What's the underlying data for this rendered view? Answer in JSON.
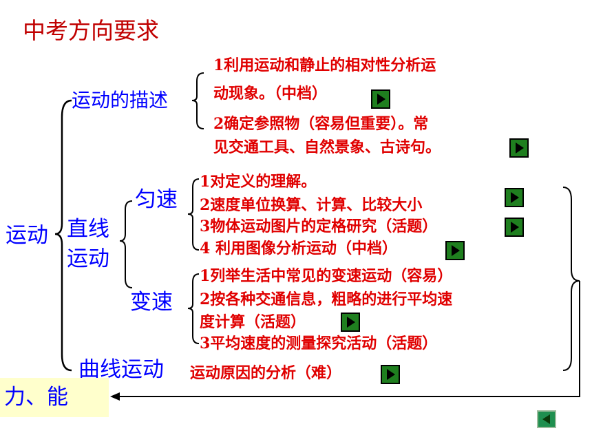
{
  "title": "中考方向要求",
  "root": "运动",
  "describe": {
    "label": "运动的描述",
    "item1_line1": "1利用运动和静止的相对性分析运",
    "item1_line2": "动现象。（中档）",
    "item2_line1": "2确定参照物（容易但重要）。常",
    "item2_line2": "见交通工具、自然景象、古诗句。"
  },
  "linear": {
    "label_line1": "直线",
    "label_line2": "运动",
    "uniform": {
      "label": "匀速",
      "items": [
        "1对定义的理解。",
        "2速度单位换算、计算、比较大小",
        "3物体运动图片的定格研究（活题）",
        "4 利用图像分析运动（中档）"
      ]
    },
    "variable": {
      "label": "变速",
      "items": [
        "1列举生活中常见的变速运动（容易）",
        "2按各种交通信息，粗略的进行平均速",
        "度计算（活题）",
        "3平均速度的测量探究活动（活题）"
      ]
    }
  },
  "curve": {
    "label": "曲线运动",
    "item": "运动原因的分析（难）"
  },
  "force_energy": "力、能",
  "colors": {
    "title": "#c00000",
    "node": "#0000ff",
    "item": "#e00000",
    "highlight": "#ffffcc",
    "button": "#1f7f1f"
  },
  "icons": [
    "play-right-icon",
    "back-left-icon"
  ]
}
